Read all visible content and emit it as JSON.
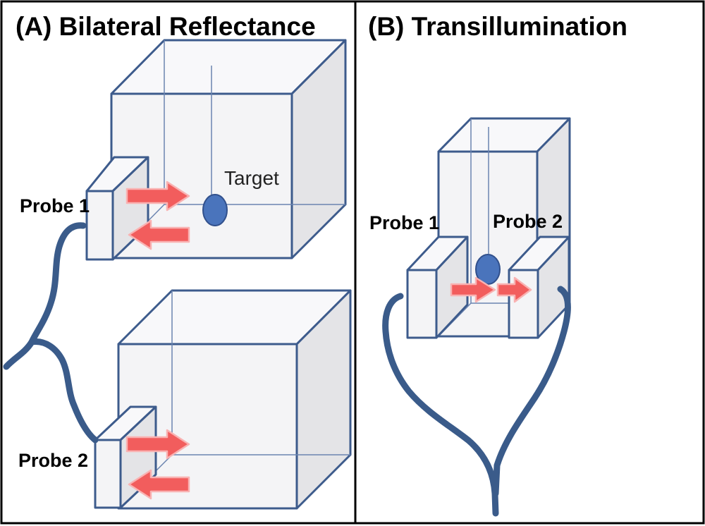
{
  "panel_a": {
    "title": "(A) Bilateral Reflectance",
    "target_label": "Target",
    "probe1_label": "Probe 1",
    "probe2_label": "Probe 2"
  },
  "panel_b": {
    "title": "(B) Transillumination",
    "probe1_label": "Probe 1",
    "probe2_label": "Probe 2"
  },
  "colors": {
    "outline": "#3d5b8c",
    "arrow_fill": "#f25d5d",
    "target_fill": "#4a74bc",
    "cable": "#3a5b8a",
    "box_fill": "#f4f4f6"
  }
}
